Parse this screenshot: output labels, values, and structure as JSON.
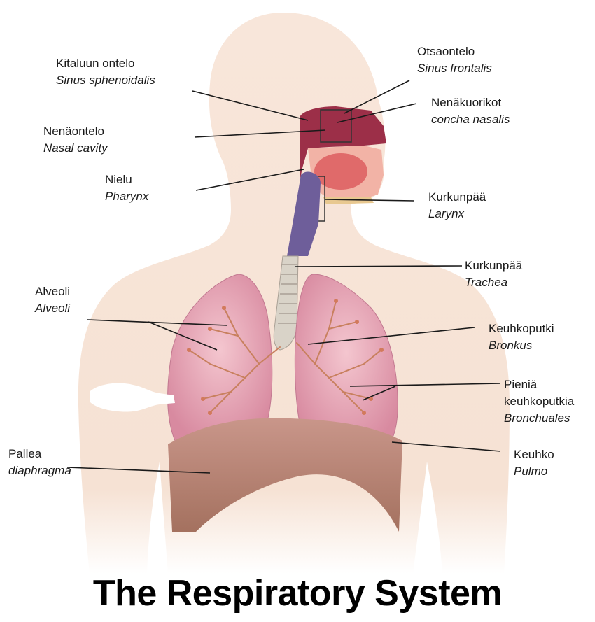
{
  "title": "The Respiratory System",
  "labels": {
    "sphenoid": {
      "fi": "Kitaluun ontelo",
      "la": "Sinus sphenoidalis"
    },
    "nasal_cavity": {
      "fi": "Nenäontelo",
      "la": "Nasal cavity"
    },
    "pharynx": {
      "fi": "Nielu",
      "la": "Pharynx"
    },
    "frontal": {
      "fi": "Otsaontelo",
      "la": "Sinus frontalis"
    },
    "concha": {
      "fi": "Nenäkuorikot",
      "la": "concha nasalis"
    },
    "larynx": {
      "fi": "Kurkunpää",
      "la": "Larynx"
    },
    "trachea": {
      "fi": "Kurkunpää",
      "la": "Trachea"
    },
    "alveoli": {
      "fi": "Alveoli",
      "la": "Alveoli"
    },
    "bronchus": {
      "fi": "Keuhkoputki",
      "la": "Bronkus"
    },
    "bronchioles": {
      "fi1": "Pieniä",
      "fi2": "keuhkoputkia",
      "la": "Bronchuales"
    },
    "diaphragm": {
      "fi": "Pallea",
      "la": "diaphragma"
    },
    "lung": {
      "fi": "Keuhko",
      "la": "Pulmo"
    }
  },
  "colors": {
    "skin": "#f6e2d4",
    "lung": "#e6a2b3",
    "airway": "#6e5e9a",
    "diaphragm": "#b9867c",
    "nasal": "#9c2f48"
  }
}
